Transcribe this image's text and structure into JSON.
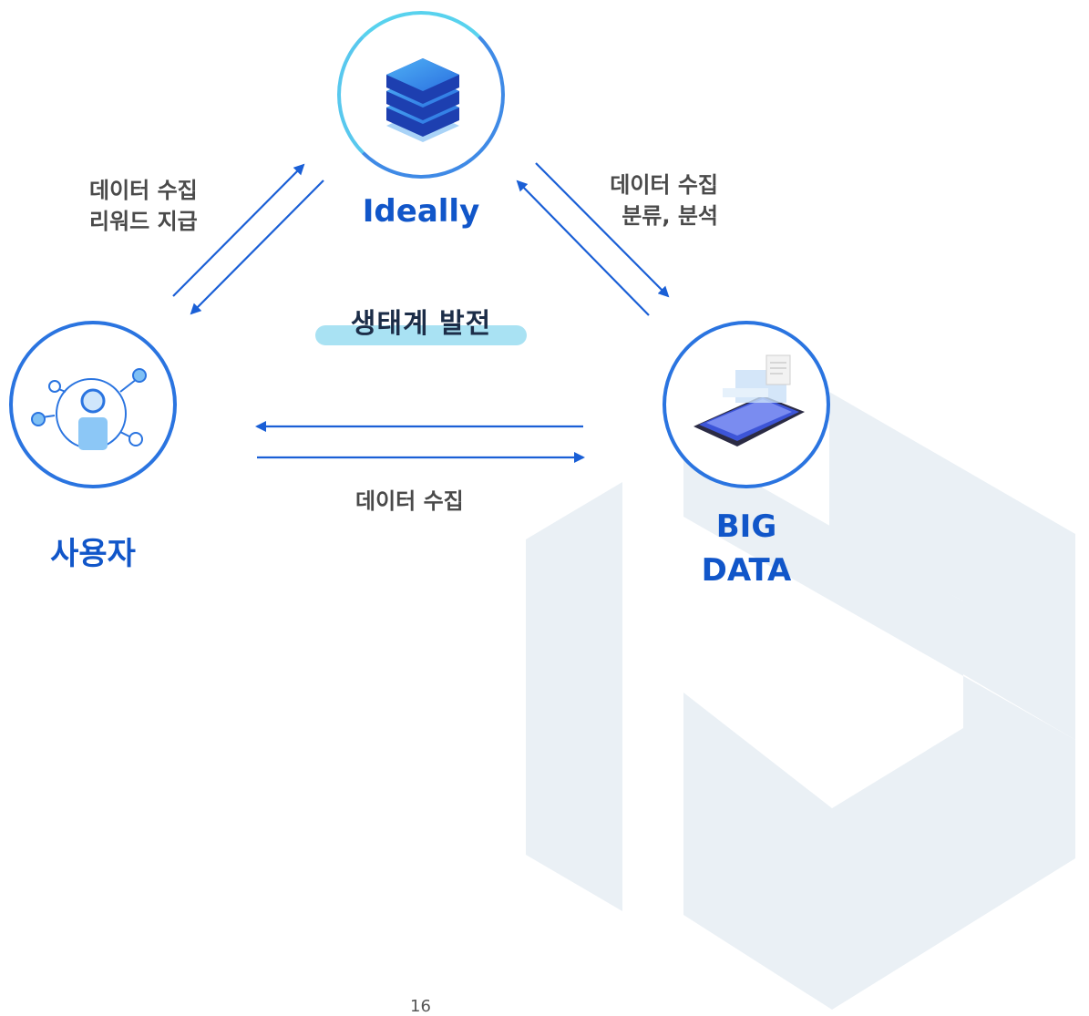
{
  "nodes": {
    "ideally": {
      "label": "Ideally"
    },
    "user": {
      "label": "사용자"
    },
    "bigdata": {
      "label_line1": "BIG",
      "label_line2": "DATA"
    }
  },
  "edges": {
    "user_ideally": {
      "line1": "데이터 수집",
      "line2": "리워드 지급"
    },
    "ideally_bigdata": {
      "line1": "데이터 수집",
      "line2": "분류, 분석"
    },
    "user_bigdata": {
      "line1": "데이터 수집"
    }
  },
  "center": {
    "label": "생태계 발전"
  },
  "page": {
    "number": "16"
  },
  "colors": {
    "accent": "#1156c9",
    "arrow": "#1a5fd6",
    "ring": "#2a74e0",
    "highlight": "#a9e2f3",
    "watermark": "#eaf0f5"
  },
  "icons": {
    "ideally": "database-stack-icon",
    "user": "user-network-icon",
    "bigdata": "phone-data-icon",
    "watermark": "id-logo-watermark"
  }
}
